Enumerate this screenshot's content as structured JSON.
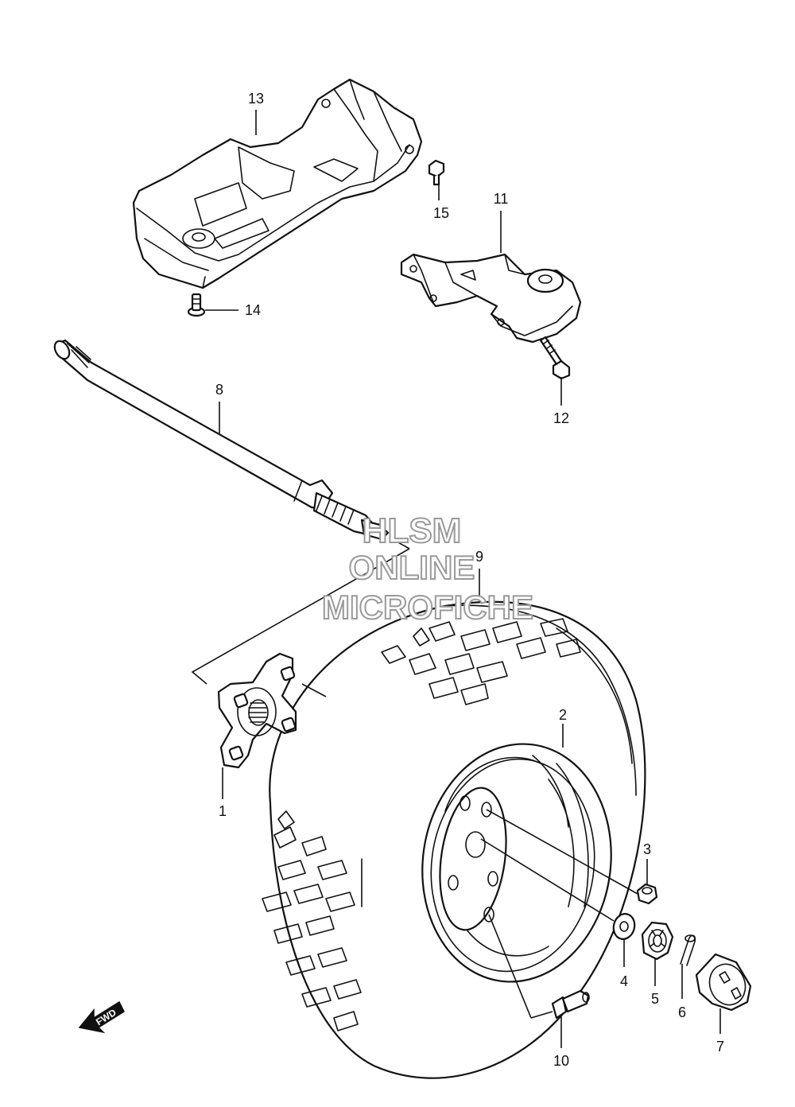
{
  "callouts": {
    "p1": "1",
    "p2": "2",
    "p3": "3",
    "p4": "4",
    "p5": "5",
    "p6": "6",
    "p7": "7",
    "p8": "8",
    "p9": "9",
    "p10": "10",
    "p11": "11",
    "p12": "12",
    "p13": "13",
    "p14": "14",
    "p15": "15"
  },
  "watermark": {
    "line1": "HLSM",
    "line2": "ONLINE",
    "line3": "MICROFICHE"
  },
  "direction_label": "FWD",
  "colors": {
    "line": "#111111",
    "watermark_outline": "#9a9a9a",
    "background": "#ffffff"
  }
}
